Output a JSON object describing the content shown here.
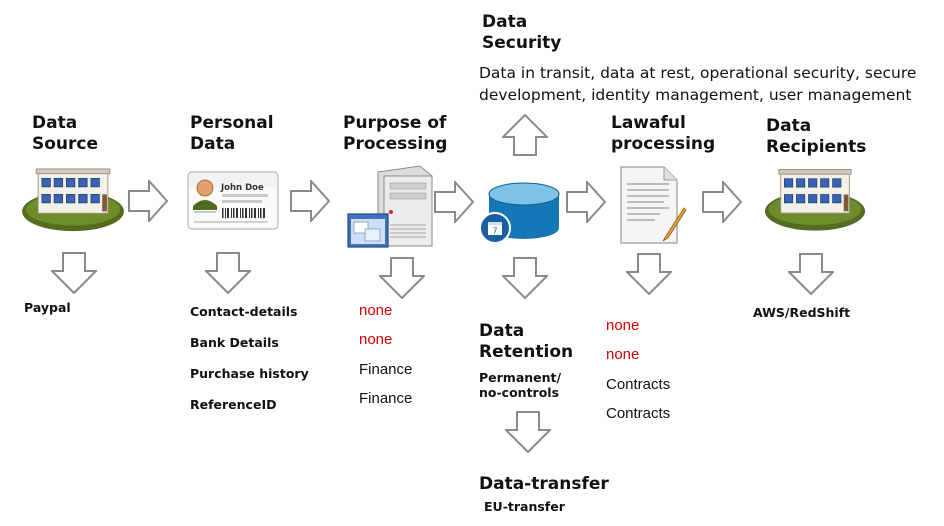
{
  "headings": {
    "data_source": [
      "Data",
      "Source"
    ],
    "personal_data": [
      "Personal",
      "Data"
    ],
    "purpose": [
      "Purpose of",
      "Processing"
    ],
    "security": [
      "Data",
      "Security"
    ],
    "lawful": [
      "Lawaful",
      "processing"
    ],
    "recipients": [
      "Data",
      "Recipients"
    ],
    "retention": [
      "Data",
      "Retention"
    ],
    "transfer": "Data-transfer"
  },
  "security_text": [
    "Data in transit, data at rest, operational security, secure",
    "development, identity management, user management"
  ],
  "card_name": "John Doe",
  "data_source_items": [
    "Paypal"
  ],
  "personal_data_items": [
    "Contact-details",
    "Bank Details",
    "Purchase history",
    "ReferenceID"
  ],
  "purpose_items": [
    "none",
    "none",
    "Finance",
    "Finance"
  ],
  "lawful_items": [
    "none",
    "none",
    "Contracts",
    "Contracts"
  ],
  "retention_items": [
    "Permanent/",
    "no-controls"
  ],
  "recipient_items": [
    "AWS/RedShift"
  ],
  "transfer_items": [
    "EU-transfer"
  ],
  "colors": {
    "none_text": "#d40000",
    "arrow_stroke": "#8a8a8a",
    "db_blue": "#1677b8",
    "grass": "#4f6b1c"
  }
}
